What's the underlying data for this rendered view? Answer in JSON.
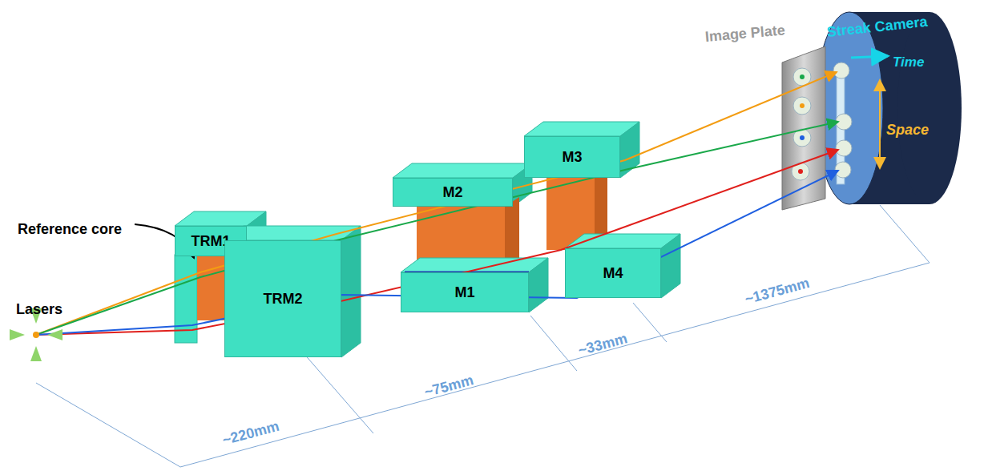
{
  "diagram": {
    "nodes": [
      {
        "text": [
          "TRM1"
        ]
      },
      {
        "text": [
          "TRM2"
        ]
      },
      {
        "text": [
          "M1"
        ]
      },
      {
        "text": [
          "M2"
        ]
      },
      {
        "text": [
          "M3"
        ]
      },
      {
        "text": [
          "M4"
        ]
      }
    ],
    "labels": [
      "Lasers",
      "Reference core",
      "Image Plate",
      "Streak Camera",
      "Time",
      "Space",
      "~220mm",
      "~75mm",
      "~33mm",
      "~1375mm"
    ]
  }
}
